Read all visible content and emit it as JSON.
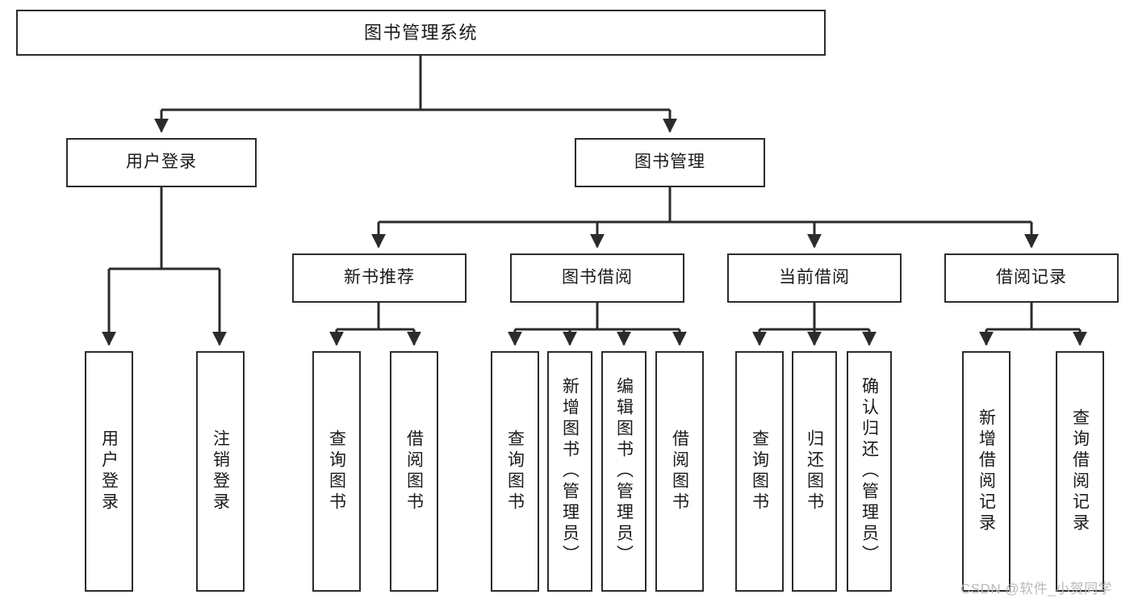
{
  "diagram": {
    "title": "图书管理系统",
    "type": "hierarchy-tree",
    "colors": {
      "box_stroke": "#2b2b2b",
      "box_fill": "#ffffff",
      "edge": "#2b2b2b",
      "text": "#1a1a1a",
      "watermark": "#b9b9b9"
    },
    "levels": {
      "level1": [
        {
          "id": "root",
          "label": "图书管理系统"
        }
      ],
      "level2": [
        {
          "id": "user-login",
          "label": "用户登录"
        },
        {
          "id": "book-management",
          "label": "图书管理"
        }
      ],
      "level3": [
        {
          "id": "new-book-recommend",
          "label": "新书推荐"
        },
        {
          "id": "book-borrow",
          "label": "图书借阅"
        },
        {
          "id": "current-borrow",
          "label": "当前借阅"
        },
        {
          "id": "borrow-record",
          "label": "借阅记录"
        }
      ],
      "level4": [
        {
          "id": "leaf-user-login",
          "label": "用户登录",
          "parent": "user-login"
        },
        {
          "id": "leaf-user-logout",
          "label": "注销登录",
          "parent": "user-login"
        },
        {
          "id": "leaf-query-book-1",
          "label": "查询图书",
          "parent": "new-book-recommend"
        },
        {
          "id": "leaf-borrow-book-1",
          "label": "借阅图书",
          "parent": "new-book-recommend"
        },
        {
          "id": "leaf-query-book-2",
          "label": "查询图书",
          "parent": "book-borrow"
        },
        {
          "id": "leaf-add-book",
          "label": "新增图书（管理员）",
          "parent": "book-borrow"
        },
        {
          "id": "leaf-edit-book",
          "label": "编辑图书（管理员）",
          "parent": "book-borrow"
        },
        {
          "id": "leaf-borrow-book-2",
          "label": "借阅图书",
          "parent": "book-borrow"
        },
        {
          "id": "leaf-query-book-3",
          "label": "查询图书",
          "parent": "current-borrow"
        },
        {
          "id": "leaf-return-book",
          "label": "归还图书",
          "parent": "current-borrow"
        },
        {
          "id": "leaf-confirm-return",
          "label": "确认归还（管理员）",
          "parent": "current-borrow"
        },
        {
          "id": "leaf-add-record",
          "label": "新增借阅记录",
          "parent": "borrow-record"
        },
        {
          "id": "leaf-query-record",
          "label": "查询借阅记录",
          "parent": "borrow-record"
        }
      ]
    },
    "watermark": "CSDN @软件_小贺同学"
  }
}
